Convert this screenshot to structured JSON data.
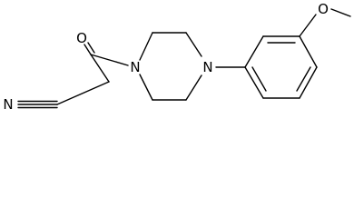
{
  "molecule": {
    "atoms": {
      "nitrile_n": "N",
      "carbonyl_o": "O",
      "piperazine_n1": "N",
      "piperazine_n4": "N",
      "methoxy_o": "O"
    }
  },
  "colors": {
    "bond": "#000000",
    "label": "#000000",
    "background": "#ffffff"
  }
}
